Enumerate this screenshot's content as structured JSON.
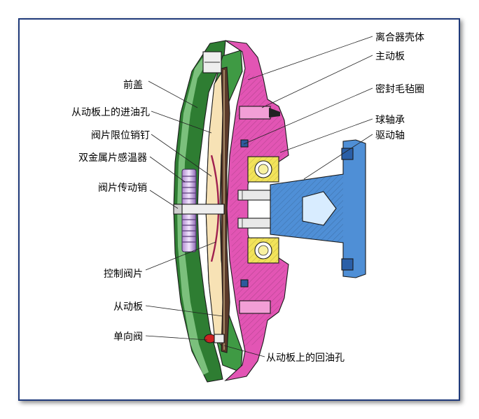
{
  "labels_left": [
    "前盖",
    "从动板上的进油孔",
    "阀片限位销钉",
    "双金属片感温器",
    "阀片传动销",
    "控制阀片",
    "从动板",
    "单向阀"
  ],
  "labels_right": [
    "离合器壳体",
    "主动板",
    "密封毛毡圈",
    "球轴承",
    "驱动轴"
  ],
  "label_bottom": "从动板上的回油孔",
  "colors": {
    "front_cover": "#2e7d32",
    "driving_plate": "#e255b4",
    "chamber": "#f7e2b5",
    "bearing": "#f2e35a",
    "shaft": "#4f8fd6",
    "frame_border": "#1f3a7a"
  }
}
